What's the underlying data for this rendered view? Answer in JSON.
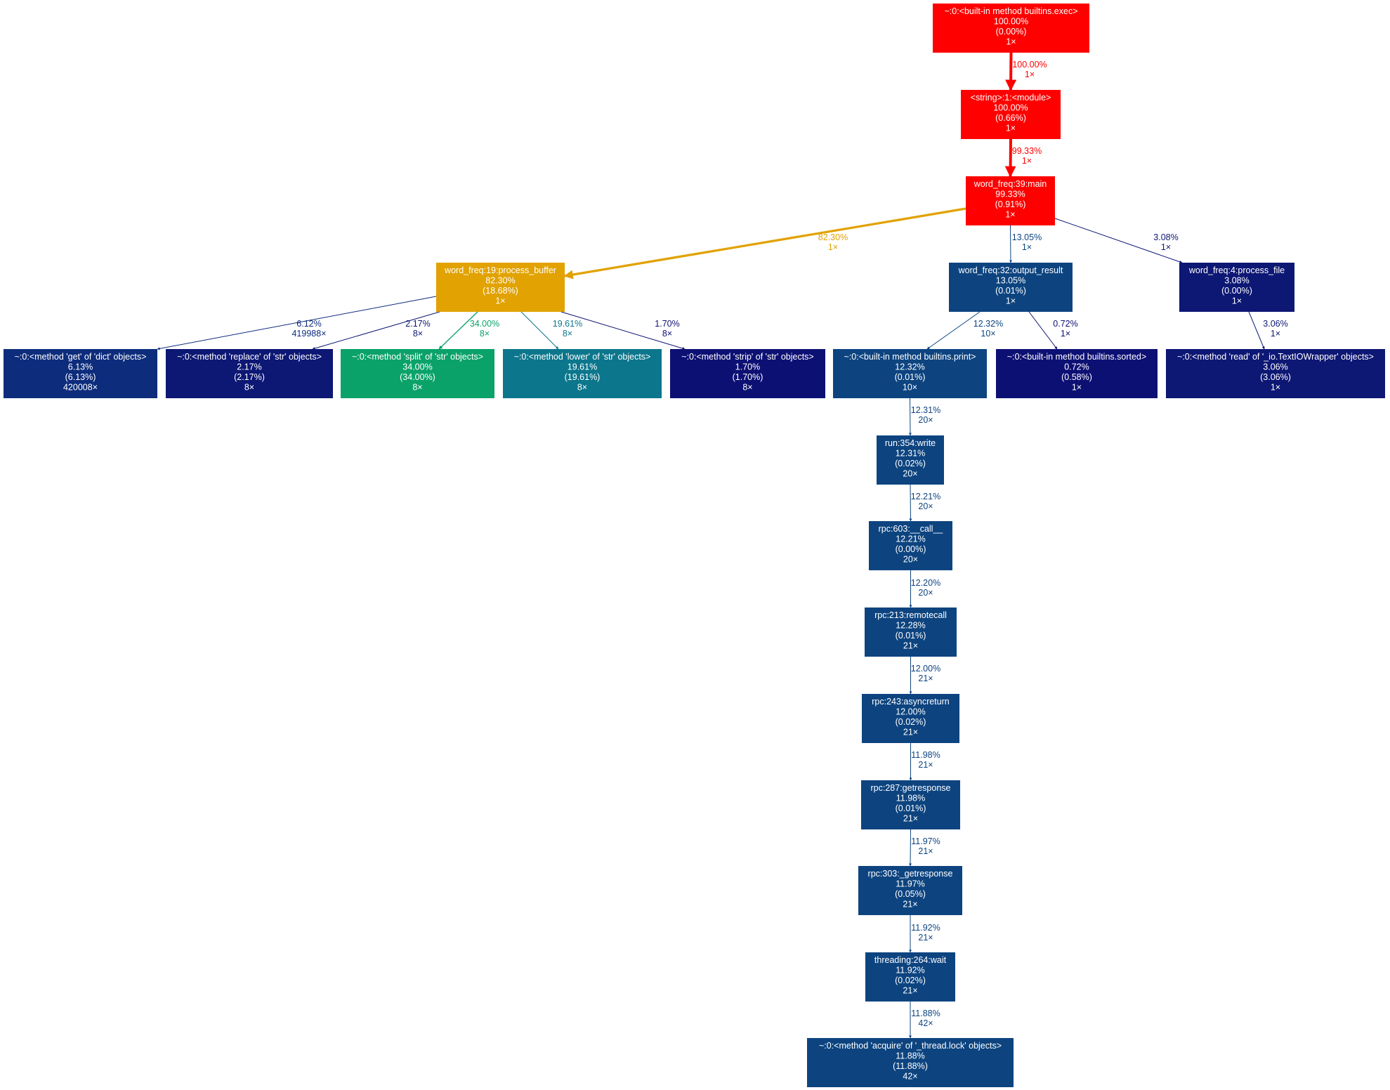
{
  "colors": {
    "red": "#fe0000",
    "orange": "#e1a202",
    "green": "#0ba26a",
    "teal": "#0c768c",
    "blue": "#0d4480",
    "darkblue": "#0d2c7c",
    "navy": "#0d1774",
    "navy2": "#0d1073"
  },
  "nodes": [
    {
      "id": "exec",
      "lines": [
        "~:0:<built-in method builtins.exec>",
        "100.00%",
        "(0.00%)",
        "1×"
      ],
      "color": "red"
    },
    {
      "id": "module",
      "lines": [
        "<string>:1:<module>",
        "100.00%",
        "(0.66%)",
        "1×"
      ],
      "color": "red"
    },
    {
      "id": "main",
      "lines": [
        "word_freq:39:main",
        "99.33%",
        "(0.91%)",
        "1×"
      ],
      "color": "red"
    },
    {
      "id": "process_buffer",
      "lines": [
        "word_freq:19:process_buffer",
        "82.30%",
        "(18.68%)",
        "1×"
      ],
      "color": "orange"
    },
    {
      "id": "output_result",
      "lines": [
        "word_freq:32:output_result",
        "13.05%",
        "(0.01%)",
        "1×"
      ],
      "color": "blue"
    },
    {
      "id": "process_file",
      "lines": [
        "word_freq:4:process_file",
        "3.08%",
        "(0.00%)",
        "1×"
      ],
      "color": "navy"
    },
    {
      "id": "dict_get",
      "lines": [
        "~:0:<method 'get' of 'dict' objects>",
        "6.13%",
        "(6.13%)",
        "420008×"
      ],
      "color": "darkblue"
    },
    {
      "id": "str_replace",
      "lines": [
        "~:0:<method 'replace' of 'str' objects>",
        "2.17%",
        "(2.17%)",
        "8×"
      ],
      "color": "navy"
    },
    {
      "id": "str_split",
      "lines": [
        "~:0:<method 'split' of 'str' objects>",
        "34.00%",
        "(34.00%)",
        "8×"
      ],
      "color": "green"
    },
    {
      "id": "str_lower",
      "lines": [
        "~:0:<method 'lower' of 'str' objects>",
        "19.61%",
        "(19.61%)",
        "8×"
      ],
      "color": "teal"
    },
    {
      "id": "str_strip",
      "lines": [
        "~:0:<method 'strip' of 'str' objects>",
        "1.70%",
        "(1.70%)",
        "8×"
      ],
      "color": "navy2"
    },
    {
      "id": "print",
      "lines": [
        "~:0:<built-in method builtins.print>",
        "12.32%",
        "(0.01%)",
        "10×"
      ],
      "color": "blue"
    },
    {
      "id": "sorted",
      "lines": [
        "~:0:<built-in method builtins.sorted>",
        "0.72%",
        "(0.58%)",
        "1×"
      ],
      "color": "navy2"
    },
    {
      "id": "io_read",
      "lines": [
        "~:0:<method 'read' of '_io.TextIOWrapper' objects>",
        "3.06%",
        "(3.06%)",
        "1×"
      ],
      "color": "navy"
    },
    {
      "id": "write",
      "lines": [
        "run:354:write",
        "12.31%",
        "(0.02%)",
        "20×"
      ],
      "color": "blue"
    },
    {
      "id": "rpc_call",
      "lines": [
        "rpc:603:__call__",
        "12.21%",
        "(0.00%)",
        "20×"
      ],
      "color": "blue"
    },
    {
      "id": "remotecall",
      "lines": [
        "rpc:213:remotecall",
        "12.28%",
        "(0.01%)",
        "21×"
      ],
      "color": "blue"
    },
    {
      "id": "asyncreturn",
      "lines": [
        "rpc:243:asyncreturn",
        "12.00%",
        "(0.02%)",
        "21×"
      ],
      "color": "blue"
    },
    {
      "id": "getresponse",
      "lines": [
        "rpc:287:getresponse",
        "11.98%",
        "(0.01%)",
        "21×"
      ],
      "color": "blue"
    },
    {
      "id": "_getresponse",
      "lines": [
        "rpc:303:_getresponse",
        "11.97%",
        "(0.05%)",
        "21×"
      ],
      "color": "blue"
    },
    {
      "id": "wait",
      "lines": [
        "threading:264:wait",
        "11.92%",
        "(0.02%)",
        "21×"
      ],
      "color": "blue"
    },
    {
      "id": "lock_acquire",
      "lines": [
        "~:0:<method 'acquire' of '_thread.lock' objects>",
        "11.88%",
        "(11.88%)",
        "42×"
      ],
      "color": "blue"
    }
  ],
  "edges": [
    {
      "from": "exec",
      "to": "module",
      "label": [
        "100.00%",
        "1×"
      ],
      "color": "red",
      "weight": 100.0
    },
    {
      "from": "module",
      "to": "main",
      "label": [
        "99.33%",
        "1×"
      ],
      "color": "red",
      "weight": 99.33
    },
    {
      "from": "main",
      "to": "process_buffer",
      "label": [
        "82.30%",
        "1×"
      ],
      "color": "orange",
      "weight": 82.3
    },
    {
      "from": "main",
      "to": "output_result",
      "label": [
        "13.05%",
        "1×"
      ],
      "color": "blue",
      "weight": 13.05
    },
    {
      "from": "main",
      "to": "process_file",
      "label": [
        "3.08%",
        "1×"
      ],
      "color": "navy",
      "weight": 3.08
    },
    {
      "from": "process_buffer",
      "to": "dict_get",
      "label": [
        "6.12%",
        "419988×"
      ],
      "color": "darkblue",
      "weight": 6.12
    },
    {
      "from": "process_buffer",
      "to": "str_replace",
      "label": [
        "2.17%",
        "8×"
      ],
      "color": "navy",
      "weight": 2.17
    },
    {
      "from": "process_buffer",
      "to": "str_split",
      "label": [
        "34.00%",
        "8×"
      ],
      "color": "green",
      "weight": 34.0
    },
    {
      "from": "process_buffer",
      "to": "str_lower",
      "label": [
        "19.61%",
        "8×"
      ],
      "color": "teal",
      "weight": 19.61
    },
    {
      "from": "process_buffer",
      "to": "str_strip",
      "label": [
        "1.70%",
        "8×"
      ],
      "color": "navy2",
      "weight": 1.7
    },
    {
      "from": "output_result",
      "to": "print",
      "label": [
        "12.32%",
        "10×"
      ],
      "color": "blue",
      "weight": 12.32
    },
    {
      "from": "output_result",
      "to": "sorted",
      "label": [
        "0.72%",
        "1×"
      ],
      "color": "navy2",
      "weight": 0.72
    },
    {
      "from": "process_file",
      "to": "io_read",
      "label": [
        "3.06%",
        "1×"
      ],
      "color": "navy",
      "weight": 3.06
    },
    {
      "from": "print",
      "to": "write",
      "label": [
        "12.31%",
        "20×"
      ],
      "color": "blue",
      "weight": 12.31
    },
    {
      "from": "write",
      "to": "rpc_call",
      "label": [
        "12.21%",
        "20×"
      ],
      "color": "blue",
      "weight": 12.21
    },
    {
      "from": "rpc_call",
      "to": "remotecall",
      "label": [
        "12.20%",
        "20×"
      ],
      "color": "blue",
      "weight": 12.2
    },
    {
      "from": "remotecall",
      "to": "asyncreturn",
      "label": [
        "12.00%",
        "21×"
      ],
      "color": "blue",
      "weight": 12.0
    },
    {
      "from": "asyncreturn",
      "to": "getresponse",
      "label": [
        "11.98%",
        "21×"
      ],
      "color": "blue",
      "weight": 11.98
    },
    {
      "from": "getresponse",
      "to": "_getresponse",
      "label": [
        "11.97%",
        "21×"
      ],
      "color": "blue",
      "weight": 11.97
    },
    {
      "from": "_getresponse",
      "to": "wait",
      "label": [
        "11.92%",
        "21×"
      ],
      "color": "blue",
      "weight": 11.92
    },
    {
      "from": "wait",
      "to": "lock_acquire",
      "label": [
        "11.88%",
        "42×"
      ],
      "color": "blue",
      "weight": 11.88
    }
  ]
}
